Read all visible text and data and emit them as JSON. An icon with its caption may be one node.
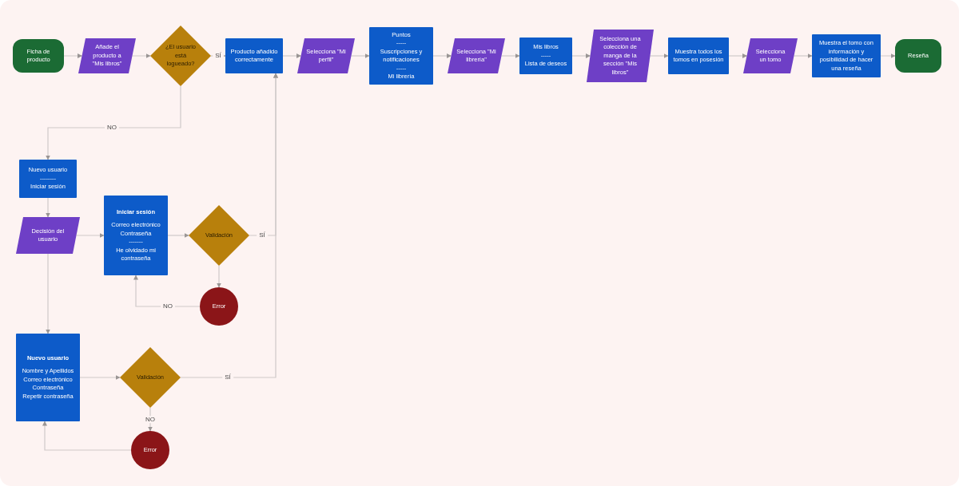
{
  "diagram": {
    "nodes": [
      {
        "text": [
          "Ficha de producto"
        ]
      },
      {
        "text": [
          "Añade el producto a \"Mis libros\""
        ]
      },
      {
        "text": [
          "¿El usuario está logueado?"
        ]
      },
      {
        "text": [
          "Producto añadido correctamente"
        ]
      },
      {
        "text": [
          "Selecciona \"Mi perfil\""
        ]
      },
      {
        "text": [
          "Puntos",
          "-----",
          "Suscripciones y notificaciones",
          "-----",
          "Mi librería"
        ]
      },
      {
        "text": [
          "Selecciona \"Mi librería\""
        ]
      },
      {
        "text": [
          "Mis libros",
          "-----",
          "Lista de deseos"
        ]
      },
      {
        "text": [
          "Selecciona una colección de manga de la sección \"Mis libros\""
        ]
      },
      {
        "text": [
          "Muestra todos los tomos en posesión"
        ]
      },
      {
        "text": [
          "Selecciona un tomo"
        ]
      },
      {
        "text": [
          "Muestra el tomo con información y posibilidad de hacer una reseña"
        ]
      },
      {
        "text": [
          "Reseña"
        ]
      },
      {
        "text": [
          "Nuevo usuario",
          "--------",
          "Iniciar sesión"
        ]
      },
      {
        "text": [
          "Decisión del usuario"
        ]
      },
      {
        "text": [
          "Iniciar sesión",
          "Correo electrónico",
          "Contraseña",
          "-------",
          "He olvidado mi contraseña"
        ]
      },
      {
        "text": [
          "Validación"
        ]
      },
      {
        "text": [
          "Error"
        ]
      },
      {
        "text": [
          "Nuevo usuario",
          "Nombre y Apellidos",
          "Correo electrónico",
          "Contraseña",
          "Repetir contraseña"
        ]
      },
      {
        "text": [
          "Validación"
        ]
      },
      {
        "text": [
          "Error"
        ]
      }
    ],
    "edges": [
      {
        "from": 0,
        "to": 1,
        "arrow": "to"
      },
      {
        "from": 1,
        "to": 2,
        "arrow": "to"
      },
      {
        "from": 2,
        "to": 3,
        "arrow": "to",
        "label": "SÍ"
      },
      {
        "from": 3,
        "to": 4,
        "arrow": "to"
      },
      {
        "from": 4,
        "to": 5,
        "arrow": "to"
      },
      {
        "from": 5,
        "to": 6,
        "arrow": "to"
      },
      {
        "from": 6,
        "to": 7,
        "arrow": "to"
      },
      {
        "from": 7,
        "to": 8,
        "arrow": "to"
      },
      {
        "from": 8,
        "to": 9,
        "arrow": "to"
      },
      {
        "from": 9,
        "to": 10,
        "arrow": "to"
      },
      {
        "from": 10,
        "to": 11,
        "arrow": "to"
      },
      {
        "from": 11,
        "to": 12,
        "arrow": "to"
      },
      {
        "from": 2,
        "to": 13,
        "arrow": "to",
        "label": "NO"
      },
      {
        "from": 13,
        "to": 14,
        "arrow": "to"
      },
      {
        "from": 14,
        "to": 15,
        "arrow": "to"
      },
      {
        "from": 15,
        "to": 16,
        "arrow": "to"
      },
      {
        "from": 16,
        "to": 3,
        "arrow": "to",
        "label": "SÍ"
      },
      {
        "from": 16,
        "to": 17,
        "arrow": "to"
      },
      {
        "from": 17,
        "to": 15,
        "arrow": "to",
        "label": "NO"
      },
      {
        "from": 14,
        "to": 18,
        "arrow": "to"
      },
      {
        "from": 18,
        "to": 19,
        "arrow": "to"
      },
      {
        "from": 19,
        "to": 3,
        "arrow": "to",
        "label": "SÍ"
      },
      {
        "from": 19,
        "to": 20,
        "arrow": "to",
        "label": "NO"
      },
      {
        "from": 20,
        "to": 18,
        "arrow": "to"
      }
    ]
  }
}
